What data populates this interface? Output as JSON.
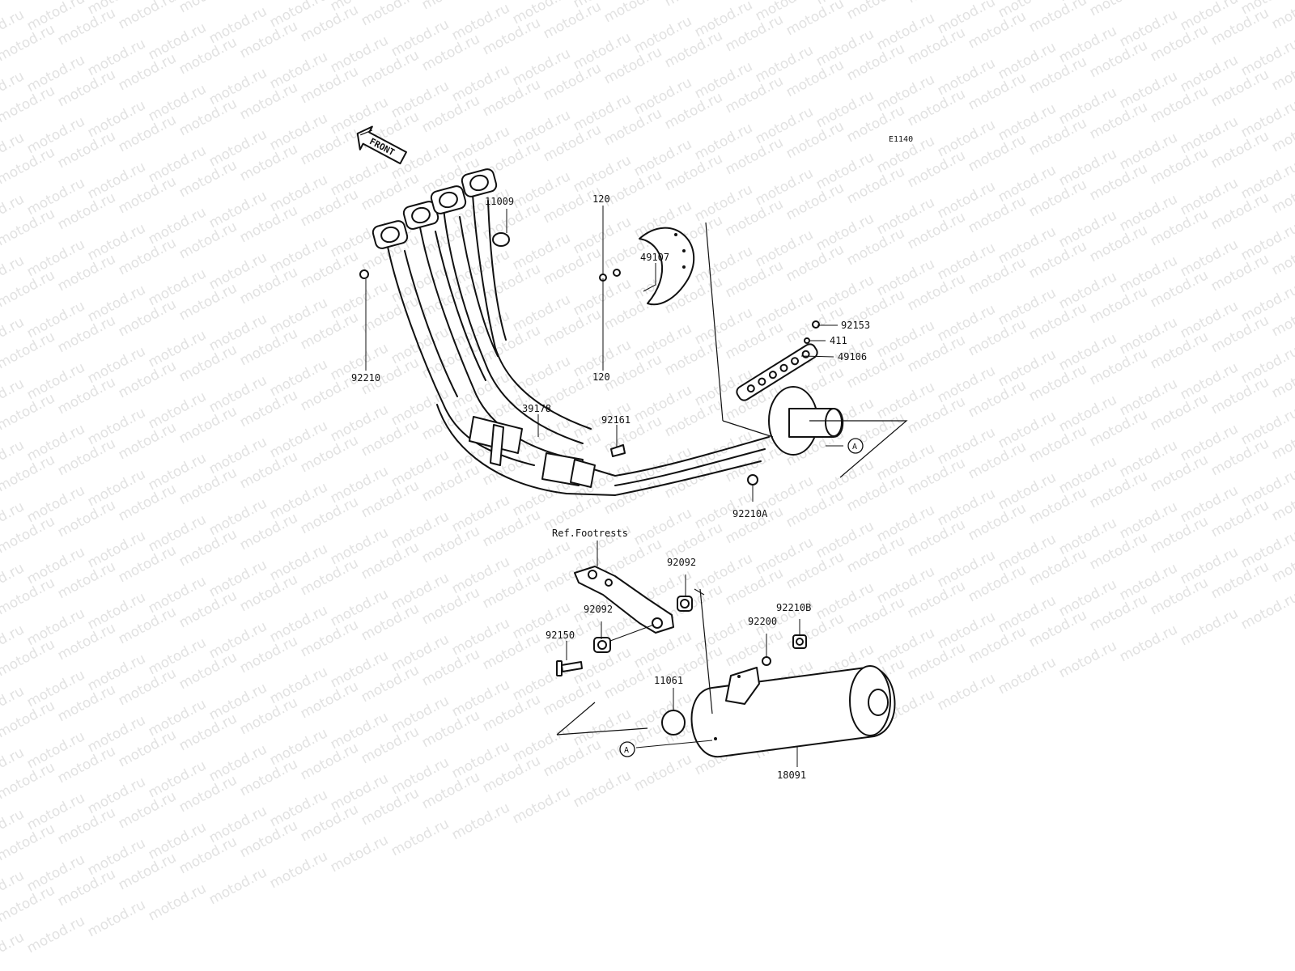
{
  "watermark": "motod.ru",
  "diagram_code": "E1140",
  "front_label": "FRONT",
  "reference_label": "Ref.Footrests",
  "ref_marker": "A",
  "parts": {
    "gasket_11009": "11009",
    "bolt_120_top": "120",
    "bolt_120_bottom": "120",
    "cover_49107": "49107",
    "bolt_92153": "92153",
    "washer_411": "411",
    "cover_49106": "49106",
    "nut_92210": "92210",
    "pipe_39178": "39178",
    "band_92161": "92161",
    "nut_92210A": "92210A",
    "collar_92092_upper": "92092",
    "collar_92092_lower": "92092",
    "nut_92210B": "92210B",
    "washer_92200": "92200",
    "bolt_92150": "92150",
    "gasket_11061": "11061",
    "muffler_18091": "18091"
  }
}
